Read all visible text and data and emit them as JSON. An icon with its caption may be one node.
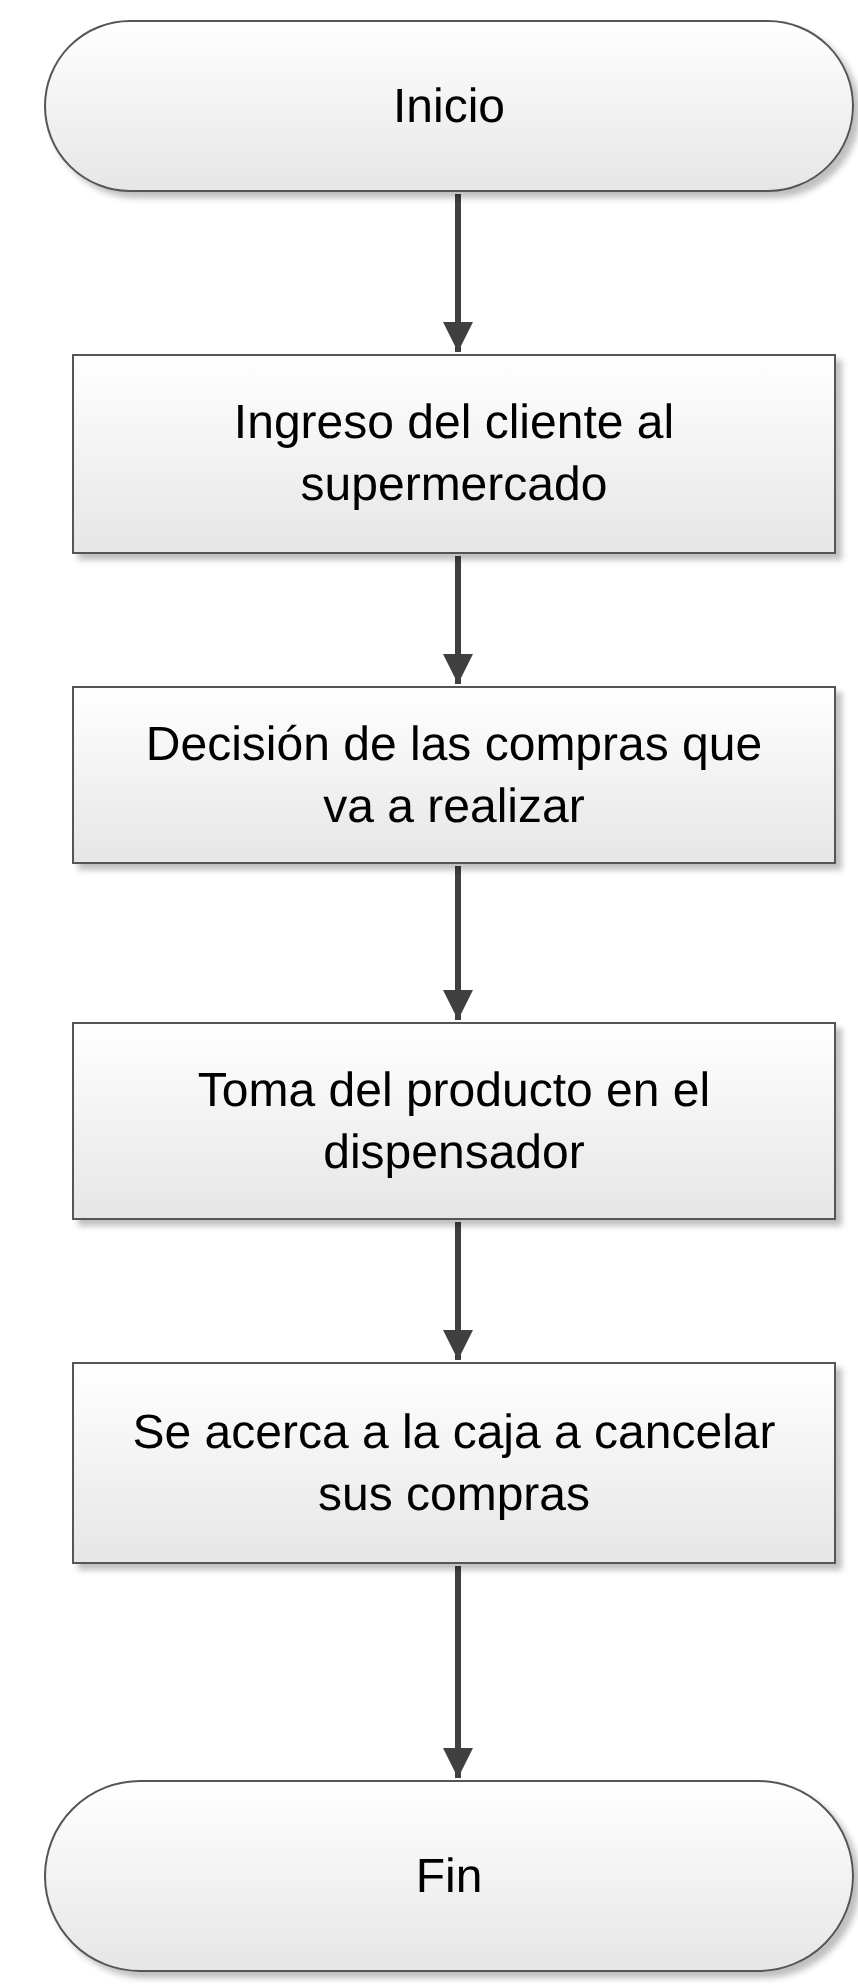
{
  "diagram": {
    "nodes": [
      {
        "text": [
          "Inicio"
        ]
      },
      {
        "text": [
          "Ingreso del cliente al supermercado"
        ]
      },
      {
        "text": [
          "Decisión de las compras que va a realizar"
        ]
      },
      {
        "text": [
          "Toma del producto en el dispensador"
        ]
      },
      {
        "text": [
          "Se acerca a la caja a cancelar sus compras"
        ]
      },
      {
        "text": [
          "Fin"
        ]
      }
    ],
    "edges": [
      {
        "from": 0,
        "to": 1,
        "arrow": "to"
      },
      {
        "from": 1,
        "to": 2,
        "arrow": "to"
      },
      {
        "from": 2,
        "to": 3,
        "arrow": "to"
      },
      {
        "from": 3,
        "to": 4,
        "arrow": "to"
      },
      {
        "from": 4,
        "to": 5,
        "arrow": "to"
      }
    ]
  }
}
